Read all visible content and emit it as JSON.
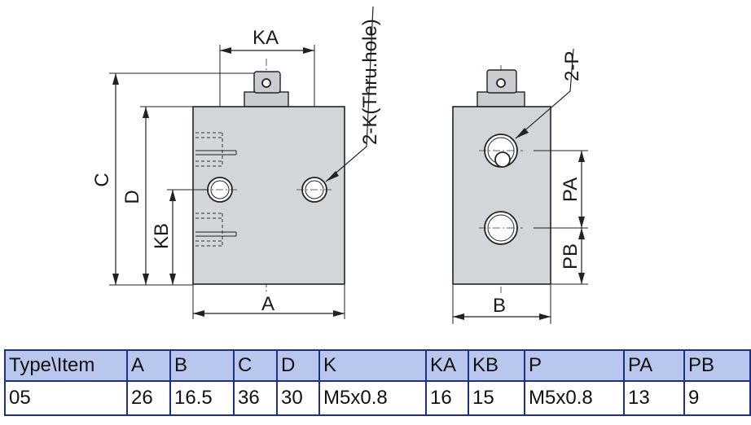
{
  "drawing": {
    "labels": {
      "ka": "KA",
      "thru_hole": "2-K(Thru.hole)",
      "c": "C",
      "d": "D",
      "kb": "KB",
      "a": "A",
      "two_p": "2-P",
      "pa": "PA",
      "pb": "PB",
      "b": "B"
    }
  },
  "table": {
    "headers": [
      "Type\\Item",
      "A",
      "B",
      "C",
      "D",
      "K",
      "KA",
      "KB",
      "P",
      "PA",
      "PB"
    ],
    "rows": [
      [
        "05",
        "26",
        "16.5",
        "36",
        "30",
        "M5x0.8",
        "16",
        "15",
        "M5x0.8",
        "13",
        "9"
      ]
    ]
  },
  "colors": {
    "body_fill": "#d3d6d9",
    "table_header": "#b9c7ee",
    "table_border": "#1d2f86"
  }
}
